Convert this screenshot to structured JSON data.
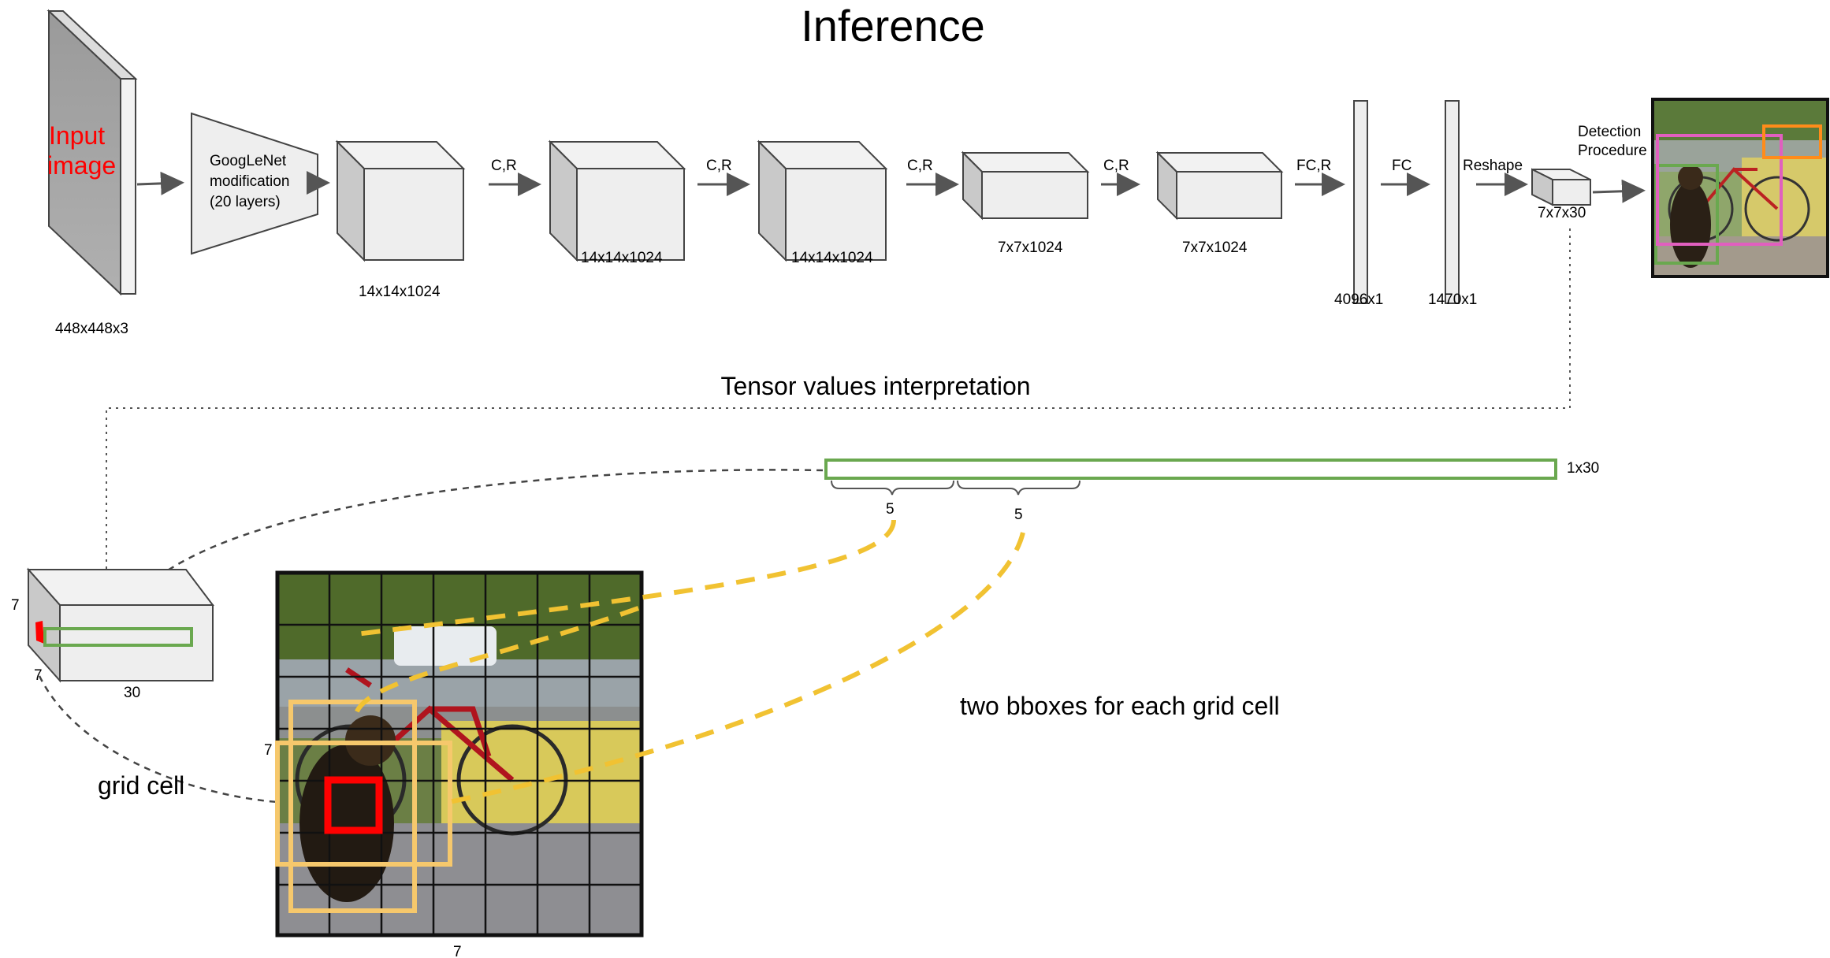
{
  "title": "Inference",
  "input": {
    "line1": "Input",
    "line2": "image",
    "dims": "448x448x3"
  },
  "googlenet": {
    "line1": "GoogLeNet",
    "line2": "modification",
    "line3": "(20 layers)"
  },
  "blocks": [
    {
      "dims": "14x14x1024"
    },
    {
      "dims": "14x14x1024"
    },
    {
      "dims": "14x14x1024"
    },
    {
      "dims": "7x7x1024"
    },
    {
      "dims": "7x7x1024"
    }
  ],
  "edges": [
    "C,R",
    "C,R",
    "C,R",
    "C,R",
    "FC,R",
    "FC",
    "Reshape"
  ],
  "fc": [
    {
      "dims": "4096x1"
    },
    {
      "dims": "1470x1"
    }
  ],
  "output": {
    "dims": "7x7x30",
    "detection_line1": "Detection",
    "detection_line2": "Procedure"
  },
  "interpretation": {
    "title": "Tensor values interpretation",
    "vector_dims": "1x30",
    "seg1": "5",
    "seg2": "5",
    "bbox_caption": "two bboxes for each grid cell",
    "grid_cell_label": "grid cell",
    "tensor_h": "7",
    "tensor_w": "7",
    "tensor_d": "30",
    "grid_h": "7",
    "grid_w": "7"
  },
  "colors": {
    "green": "#6aa84f",
    "yellow": "#f1c232",
    "red": "#ff0000",
    "pink": "#e15fbf",
    "orange": "#ff8c1a",
    "panel_gray": "#a6a6a6",
    "block_gray": "#eeeeee"
  },
  "icons": [
    "bicycle-photo",
    "dog-photo"
  ]
}
